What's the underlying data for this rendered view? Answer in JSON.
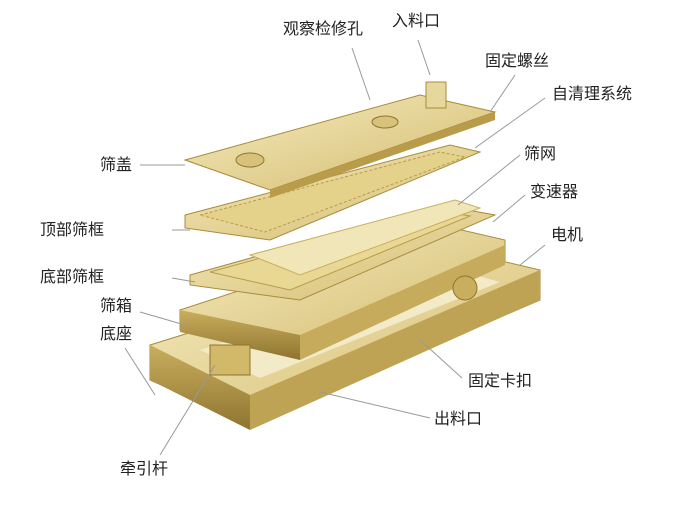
{
  "labels": {
    "inspection_hole": "观察检修孔",
    "inlet": "入料口",
    "fixing_screw": "固定螺丝",
    "self_cleaning": "自清理系统",
    "screen_mesh": "筛网",
    "gearbox": "变速器",
    "motor": "电机",
    "screen_cover": "筛盖",
    "top_frame": "顶部筛框",
    "bottom_frame": "底部筛框",
    "screen_box": "筛箱",
    "base": "底座",
    "fixing_clip": "固定卡扣",
    "outlet": "出料口",
    "tow_bar": "牵引杆"
  },
  "colors": {
    "metal_light": "#efe3a8",
    "metal_mid": "#d9c27a",
    "metal_dark": "#a88b3c",
    "leader": "#999999"
  }
}
